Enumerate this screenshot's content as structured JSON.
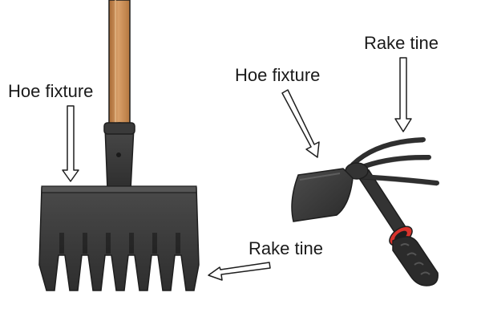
{
  "labels": {
    "hoe_fixture_left": "Hoe fixture",
    "rake_tine_top": "Rake tine",
    "hoe_fixture_right": "Hoe fixture",
    "rake_tine_bottom": "Rake tine"
  },
  "colors": {
    "metal": "#3a3a3a",
    "metal_dark": "#262626",
    "metal_light": "#555555",
    "wood": "#c98b52",
    "wood_dark": "#a86a35",
    "grip_red": "#d8332c",
    "arrow_fill": "#ffffff",
    "outline": "#1e1e1e"
  },
  "icons": {
    "left_tool": "rake-hoe-tool-icon",
    "right_tool": "hand-hoe-rake-icon"
  }
}
